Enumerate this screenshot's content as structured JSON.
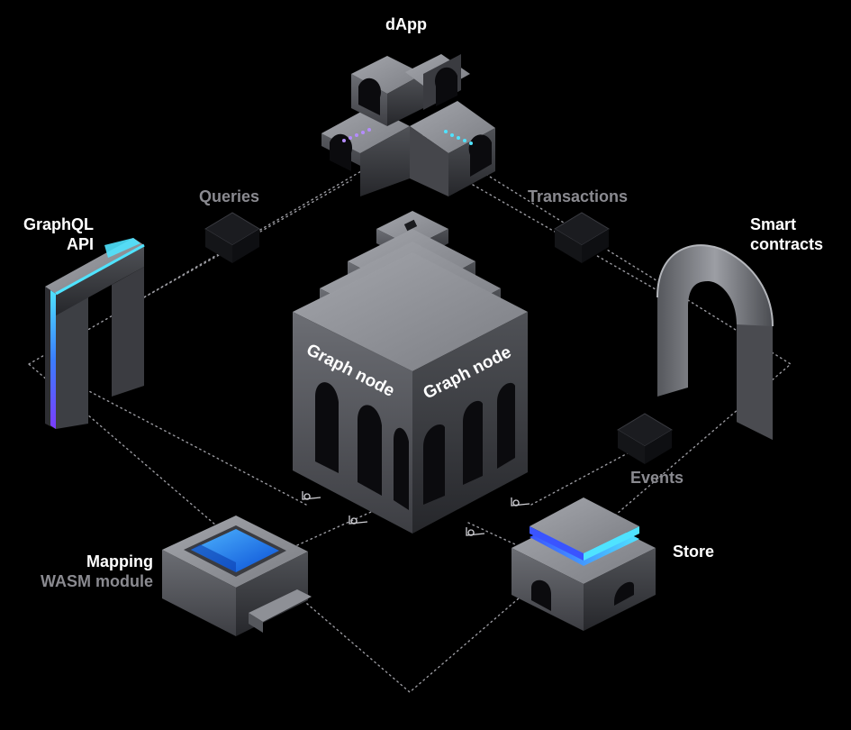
{
  "diagram": {
    "dapp": "dApp",
    "queries": "Queries",
    "transactions": "Transactions",
    "graphql_api": [
      "GraphQL",
      "API"
    ],
    "smart_contracts": [
      "Smart",
      "contracts"
    ],
    "graph_node_left": "Graph node",
    "graph_node_right": "Graph node",
    "events": "Events",
    "mapping": "Mapping",
    "wasm_module": "WASM module",
    "store": "Store"
  },
  "colors": {
    "background": "#000000",
    "label": "#ffffff",
    "label_muted": "#8a8a90",
    "block_light": "#8e9096",
    "block_mid": "#5b5d63",
    "block_dark": "#2b2c31",
    "accent_cyan": "#4fe3ff",
    "accent_purple": "#7b3cff",
    "accent_blue": "#1e8bff"
  }
}
